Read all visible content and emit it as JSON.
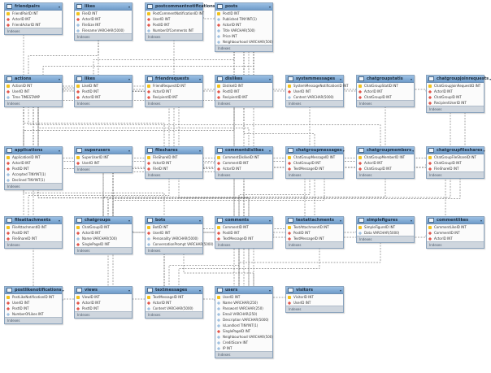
{
  "footer_label": "Indexes",
  "tables": [
    {
      "id": "friendpairs",
      "name": "friendpairs",
      "fields": [
        {
          "t": "FriendPairID INT",
          "k": "pk"
        },
        {
          "t": "ActorID INT",
          "k": "fk"
        },
        {
          "t": "FriendActorID INT",
          "k": "fk"
        }
      ]
    },
    {
      "id": "likes",
      "name": "likes",
      "fields": [
        {
          "t": "FileID INT",
          "k": "pk"
        },
        {
          "t": "ActorID INT",
          "k": "fk"
        },
        {
          "t": "FileSize INT",
          "k": "at"
        },
        {
          "t": "Filename VARCHAR(5000)",
          "k": "at"
        }
      ]
    },
    {
      "id": "postcommentnotifications",
      "name": "postcommentnotifications",
      "fields": [
        {
          "t": "PostCommentNotificationID INT",
          "k": "pk"
        },
        {
          "t": "UserID INT",
          "k": "fk"
        },
        {
          "t": "PostID INT",
          "k": "fk"
        },
        {
          "t": "NumberOfComments INT",
          "k": "at"
        }
      ]
    },
    {
      "id": "posts",
      "name": "posts",
      "fields": [
        {
          "t": "PostID INT",
          "k": "pk"
        },
        {
          "t": "Published TINYINT(1)",
          "k": "at"
        },
        {
          "t": "ActorID INT",
          "k": "fk"
        },
        {
          "t": "Title VARCHAR(500)",
          "k": "at"
        },
        {
          "t": "Price INT",
          "k": "at"
        },
        {
          "t": "Neighbourhood VARCHAR(500)",
          "k": "at"
        }
      ]
    },
    {
      "id": "actions",
      "name": "actions",
      "fields": [
        {
          "t": "ActionID INT",
          "k": "pk"
        },
        {
          "t": "UserID INT",
          "k": "fk"
        },
        {
          "t": "Time TIMESTAMP",
          "k": "at"
        }
      ]
    },
    {
      "id": "likes2",
      "name": "likes",
      "fields": [
        {
          "t": "LikeID INT",
          "k": "pk"
        },
        {
          "t": "PostID INT",
          "k": "fk"
        },
        {
          "t": "ActorID INT",
          "k": "fk"
        }
      ]
    },
    {
      "id": "friendrequests",
      "name": "friendrequests",
      "fields": [
        {
          "t": "FriendRequestID INT",
          "k": "pk"
        },
        {
          "t": "ActorID INT",
          "k": "fk"
        },
        {
          "t": "RecipientID INT",
          "k": "fk"
        }
      ]
    },
    {
      "id": "dislikes",
      "name": "dislikes",
      "fields": [
        {
          "t": "DislikeID INT",
          "k": "pk"
        },
        {
          "t": "PostID INT",
          "k": "fk"
        },
        {
          "t": "RecipientID INT",
          "k": "fk"
        }
      ]
    },
    {
      "id": "systemmessages",
      "name": "systemmessages",
      "fields": [
        {
          "t": "SystemMessageNotificationID INT",
          "k": "pk"
        },
        {
          "t": "UserID INT",
          "k": "fk"
        },
        {
          "t": "Content VARCHAR(5000)",
          "k": "at"
        }
      ]
    },
    {
      "id": "chatgroupstatis",
      "name": "chatgroupstatis",
      "fields": [
        {
          "t": "ChatGroupStatID INT",
          "k": "pk"
        },
        {
          "t": "ActorID INT",
          "k": "fk"
        },
        {
          "t": "ChatGroupID INT",
          "k": "fk"
        }
      ]
    },
    {
      "id": "chatgroupjoinrequests",
      "name": "chatgroupjoinrequests",
      "fields": [
        {
          "t": "ChatGroupJoinRequestID INT",
          "k": "pk"
        },
        {
          "t": "ActorID INT",
          "k": "fk"
        },
        {
          "t": "ChatGroupID INT",
          "k": "fk"
        },
        {
          "t": "RecipientUserID INT",
          "k": "fk"
        }
      ]
    },
    {
      "id": "applications",
      "name": "applications",
      "fields": [
        {
          "t": "ApplicationID INT",
          "k": "pk"
        },
        {
          "t": "ActorID INT",
          "k": "fk"
        },
        {
          "t": "PostID INT",
          "k": "fk"
        },
        {
          "t": "Accepted TINYINT(1)",
          "k": "at"
        },
        {
          "t": "Declined TINYINT(1)",
          "k": "at"
        }
      ]
    },
    {
      "id": "superusers",
      "name": "superusers",
      "fields": [
        {
          "t": "SuperUserID INT",
          "k": "pk"
        },
        {
          "t": "UserID INT",
          "k": "fk"
        }
      ]
    },
    {
      "id": "fileshares",
      "name": "fileshares",
      "fields": [
        {
          "t": "FileShareID INT",
          "k": "pk"
        },
        {
          "t": "ActorID INT",
          "k": "fk"
        },
        {
          "t": "FileID INT",
          "k": "fk"
        }
      ]
    },
    {
      "id": "commentdislikes",
      "name": "commentdislikes",
      "fields": [
        {
          "t": "CommentDislikeID INT",
          "k": "pk"
        },
        {
          "t": "CommentID INT",
          "k": "fk"
        },
        {
          "t": "ActorID INT",
          "k": "fk"
        }
      ]
    },
    {
      "id": "chatgroupmessages",
      "name": "chatgroupmessages",
      "fields": [
        {
          "t": "ChatGroupMessageID INT",
          "k": "pk"
        },
        {
          "t": "ChatGroupID INT",
          "k": "fk"
        },
        {
          "t": "TextMessageID INT",
          "k": "fk"
        }
      ]
    },
    {
      "id": "chatgroupmembers",
      "name": "chatgroupmembers",
      "fields": [
        {
          "t": "ChatGroupMemberID INT",
          "k": "pk"
        },
        {
          "t": "ActorID INT",
          "k": "fk"
        },
        {
          "t": "ChatGroupID INT",
          "k": "fk"
        }
      ]
    },
    {
      "id": "chatgroupfileshares",
      "name": "chatgroupfileshares",
      "fields": [
        {
          "t": "ChatGroupFileShareID INT",
          "k": "pk"
        },
        {
          "t": "ChatGroupID INT",
          "k": "fk"
        },
        {
          "t": "FileShareID INT",
          "k": "fk"
        }
      ]
    },
    {
      "id": "fileattachments",
      "name": "fileattachments",
      "fields": [
        {
          "t": "FileAttachmentID INT",
          "k": "pk"
        },
        {
          "t": "PostID INT",
          "k": "fk"
        },
        {
          "t": "FileShareID INT",
          "k": "fk"
        }
      ]
    },
    {
      "id": "chatgroups",
      "name": "chatgroups",
      "fields": [
        {
          "t": "ChatGroupID INT",
          "k": "pk"
        },
        {
          "t": "ActorID INT",
          "k": "fk"
        },
        {
          "t": "Name VARCHAR(500)",
          "k": "at"
        },
        {
          "t": "SinglePageID INT",
          "k": "fk"
        }
      ]
    },
    {
      "id": "bots",
      "name": "bots",
      "fields": [
        {
          "t": "BotID INT",
          "k": "pk"
        },
        {
          "t": "UserID INT",
          "k": "fk"
        },
        {
          "t": "Personality VARCHAR(5000)",
          "k": "at"
        },
        {
          "t": "ConversationPrompt VARCHAR(5000)",
          "k": "at"
        }
      ]
    },
    {
      "id": "comments",
      "name": "comments",
      "fields": [
        {
          "t": "CommentID INT",
          "k": "pk"
        },
        {
          "t": "PostID INT",
          "k": "fk"
        },
        {
          "t": "TextMessageID INT",
          "k": "fk"
        }
      ]
    },
    {
      "id": "textattachments",
      "name": "textattachments",
      "fields": [
        {
          "t": "TextAttachmentID INT",
          "k": "pk"
        },
        {
          "t": "PostID INT",
          "k": "fk"
        },
        {
          "t": "TextMessageID INT",
          "k": "fk"
        }
      ]
    },
    {
      "id": "simplefigures",
      "name": "simplefigures",
      "fields": [
        {
          "t": "SimpleFigureID INT",
          "k": "pk"
        },
        {
          "t": "Data VARCHAR(5000)",
          "k": "at"
        }
      ]
    },
    {
      "id": "commentlikes",
      "name": "commentlikes",
      "fields": [
        {
          "t": "CommentLikeID INT",
          "k": "pk"
        },
        {
          "t": "CommentID INT",
          "k": "fk"
        },
        {
          "t": "ActorID INT",
          "k": "fk"
        }
      ]
    },
    {
      "id": "postlikenotifications",
      "name": "postlikenotifications",
      "fields": [
        {
          "t": "PostLikeNotificationID INT",
          "k": "pk"
        },
        {
          "t": "UserID INT",
          "k": "fk"
        },
        {
          "t": "PostID INT",
          "k": "fk"
        },
        {
          "t": "NumberOfLikes INT",
          "k": "at"
        }
      ]
    },
    {
      "id": "views",
      "name": "views",
      "fields": [
        {
          "t": "ViewID INT",
          "k": "pk"
        },
        {
          "t": "ActorID INT",
          "k": "fk"
        },
        {
          "t": "PostID INT",
          "k": "fk"
        }
      ]
    },
    {
      "id": "textmessages",
      "name": "textmessages",
      "fields": [
        {
          "t": "TextMessageID INT",
          "k": "pk"
        },
        {
          "t": "ActorID INT",
          "k": "fk"
        },
        {
          "t": "Content VARCHAR(5000)",
          "k": "at"
        }
      ]
    },
    {
      "id": "users",
      "name": "users",
      "fields": [
        {
          "t": "UserID INT",
          "k": "pk"
        },
        {
          "t": "Name VARCHAR(250)",
          "k": "at"
        },
        {
          "t": "Password VARCHAR(250)",
          "k": "at"
        },
        {
          "t": "Email VARCHAR(250)",
          "k": "at"
        },
        {
          "t": "Description VARCHAR(5000)",
          "k": "at"
        },
        {
          "t": "IsLandlord TINYINT(1)",
          "k": "at"
        },
        {
          "t": "SinglePageID INT",
          "k": "fk"
        },
        {
          "t": "Neighbourhood VARCHAR(500)",
          "k": "at"
        },
        {
          "t": "CreditScore INT",
          "k": "at"
        },
        {
          "t": "IP INT",
          "k": "at"
        }
      ]
    },
    {
      "id": "visitors",
      "name": "visitors",
      "fields": [
        {
          "t": "VisitorID INT",
          "k": "pk"
        },
        {
          "t": "UserID INT",
          "k": "fk"
        }
      ]
    }
  ],
  "links": [
    [
      "friendpairs",
      "actions"
    ],
    [
      "likes",
      "actions"
    ],
    [
      "postcommentnotifications",
      "users"
    ],
    [
      "postcommentnotifications",
      "posts"
    ],
    [
      "posts",
      "actions"
    ],
    [
      "likes2",
      "posts"
    ],
    [
      "likes2",
      "actions"
    ],
    [
      "friendrequests",
      "actions"
    ],
    [
      "friendrequests",
      "users"
    ],
    [
      "dislikes",
      "posts"
    ],
    [
      "dislikes",
      "users"
    ],
    [
      "systemmessages",
      "users"
    ],
    [
      "chatgroupstatis",
      "chatgroups"
    ],
    [
      "chatgroupstatis",
      "actions"
    ],
    [
      "chatgroupjoinrequests",
      "chatgroups"
    ],
    [
      "chatgroupjoinrequests",
      "actions"
    ],
    [
      "chatgroupjoinrequests",
      "users"
    ],
    [
      "applications",
      "actions"
    ],
    [
      "applications",
      "posts"
    ],
    [
      "superusers",
      "users"
    ],
    [
      "fileshares",
      "actions"
    ],
    [
      "fileshares",
      "likes"
    ],
    [
      "commentdislikes",
      "comments"
    ],
    [
      "commentdislikes",
      "actions"
    ],
    [
      "chatgroupmessages",
      "chatgroups"
    ],
    [
      "chatgroupmessages",
      "textmessages"
    ],
    [
      "chatgroupmembers",
      "actions"
    ],
    [
      "chatgroupmembers",
      "chatgroups"
    ],
    [
      "chatgroupfileshares",
      "chatgroups"
    ],
    [
      "chatgroupfileshares",
      "fileshares"
    ],
    [
      "fileattachments",
      "posts"
    ],
    [
      "fileattachments",
      "fileshares"
    ],
    [
      "chatgroups",
      "actions"
    ],
    [
      "chatgroups",
      "simplefigures"
    ],
    [
      "bots",
      "users"
    ],
    [
      "comments",
      "posts"
    ],
    [
      "comments",
      "textmessages"
    ],
    [
      "textattachments",
      "posts"
    ],
    [
      "textattachments",
      "textmessages"
    ],
    [
      "commentlikes",
      "comments"
    ],
    [
      "commentlikes",
      "actions"
    ],
    [
      "postlikenotifications",
      "users"
    ],
    [
      "postlikenotifications",
      "posts"
    ],
    [
      "views",
      "actions"
    ],
    [
      "views",
      "posts"
    ],
    [
      "textmessages",
      "actions"
    ],
    [
      "users",
      "simplefigures"
    ],
    [
      "visitors",
      "users"
    ],
    [
      "actions",
      "users"
    ]
  ]
}
